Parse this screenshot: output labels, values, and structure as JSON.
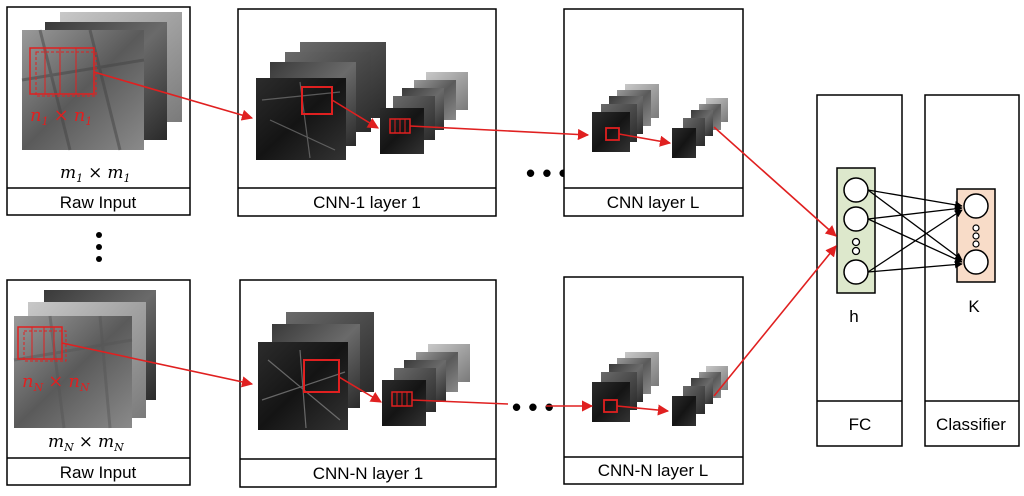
{
  "raw_input_top": {
    "size_label_base": "m",
    "size_label_sub": "1",
    "size_label_op": "×",
    "patch_label_base": "n",
    "patch_label_sub": "1",
    "caption": "Raw Input"
  },
  "raw_input_bottom": {
    "size_label_base": "m",
    "size_label_sub": "N",
    "size_label_op": "×",
    "patch_label_base": "n",
    "patch_label_sub": "N",
    "caption": "Raw Input"
  },
  "cnn1_layer1": {
    "caption": "CNN-1 layer 1"
  },
  "cnn_layer_l": {
    "caption": "CNN layer L"
  },
  "cnnn_layer1": {
    "caption": "CNN-N layer 1"
  },
  "cnnn_layer_l": {
    "caption": "CNN-N layer L"
  },
  "fc": {
    "caption": "FC",
    "node_label": "h"
  },
  "classifier": {
    "caption": "Classifier",
    "node_label": "K"
  },
  "colors": {
    "arrow": "#e02020",
    "fc_fill": "#dde8cc",
    "classifier_fill": "#f8dcc8"
  }
}
